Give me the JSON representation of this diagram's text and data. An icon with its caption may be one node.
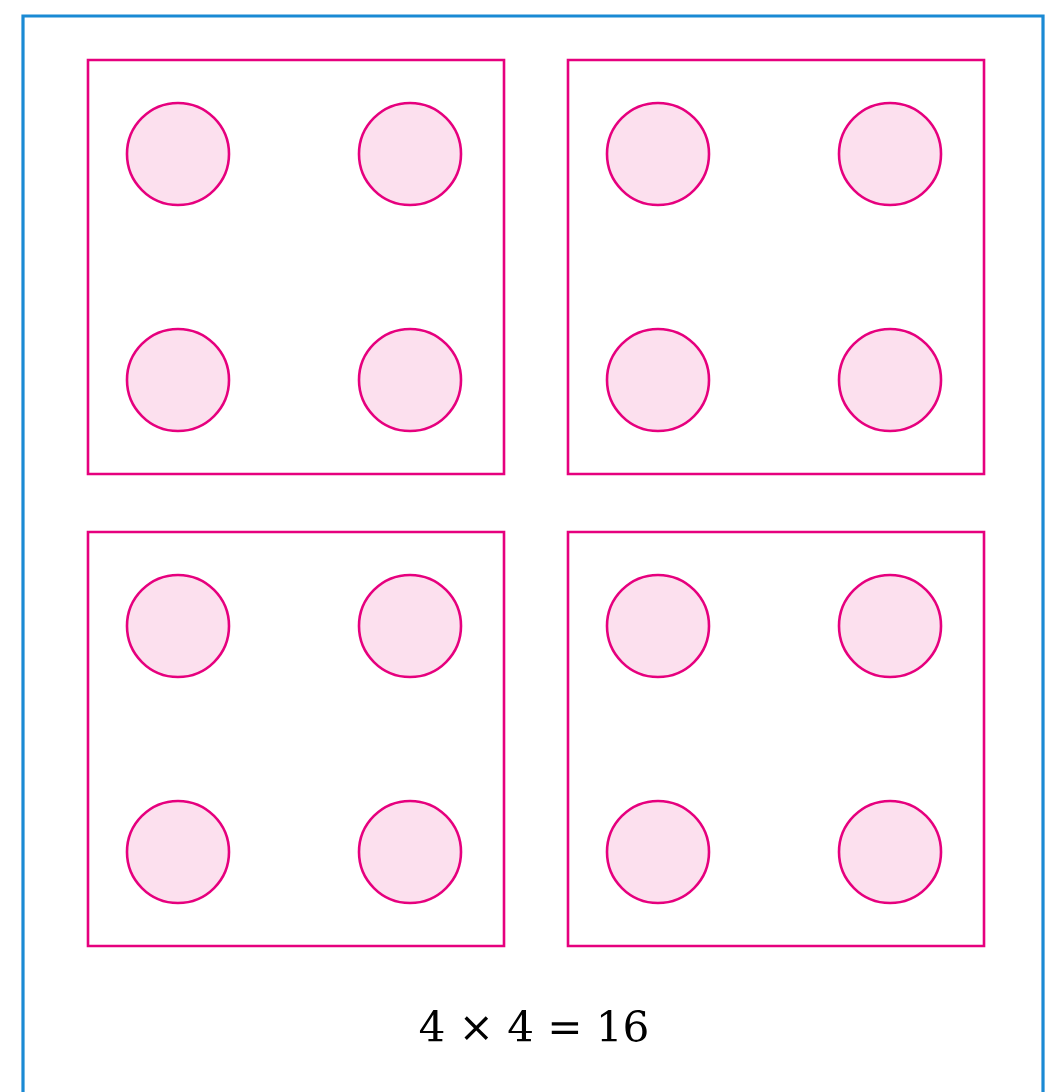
{
  "diagram": {
    "nodes": [
      {
        "text": [],
        "shape": "box"
      },
      {
        "text": [],
        "shape": "circle",
        "in": 0
      },
      {
        "text": [],
        "shape": "circle",
        "in": 0
      },
      {
        "text": [],
        "shape": "circle",
        "in": 0
      },
      {
        "text": [],
        "shape": "circle",
        "in": 0
      },
      {
        "text": [],
        "shape": "box"
      },
      {
        "text": [],
        "shape": "circle",
        "in": 5
      },
      {
        "text": [],
        "shape": "circle",
        "in": 5
      },
      {
        "text": [],
        "shape": "circle",
        "in": 5
      },
      {
        "text": [],
        "shape": "circle",
        "in": 5
      },
      {
        "text": [],
        "shape": "box"
      },
      {
        "text": [],
        "shape": "circle",
        "in": 10
      },
      {
        "text": [],
        "shape": "circle",
        "in": 10
      },
      {
        "text": [],
        "shape": "circle",
        "in": 10
      },
      {
        "text": [],
        "shape": "circle",
        "in": 10
      },
      {
        "text": [],
        "shape": "box"
      },
      {
        "text": [],
        "shape": "circle",
        "in": 15
      },
      {
        "text": [],
        "shape": "circle",
        "in": 15
      },
      {
        "text": [],
        "shape": "circle",
        "in": 15
      },
      {
        "text": [],
        "shape": "circle",
        "in": 15
      }
    ],
    "labels": [
      "4 × 4 = 16"
    ]
  }
}
